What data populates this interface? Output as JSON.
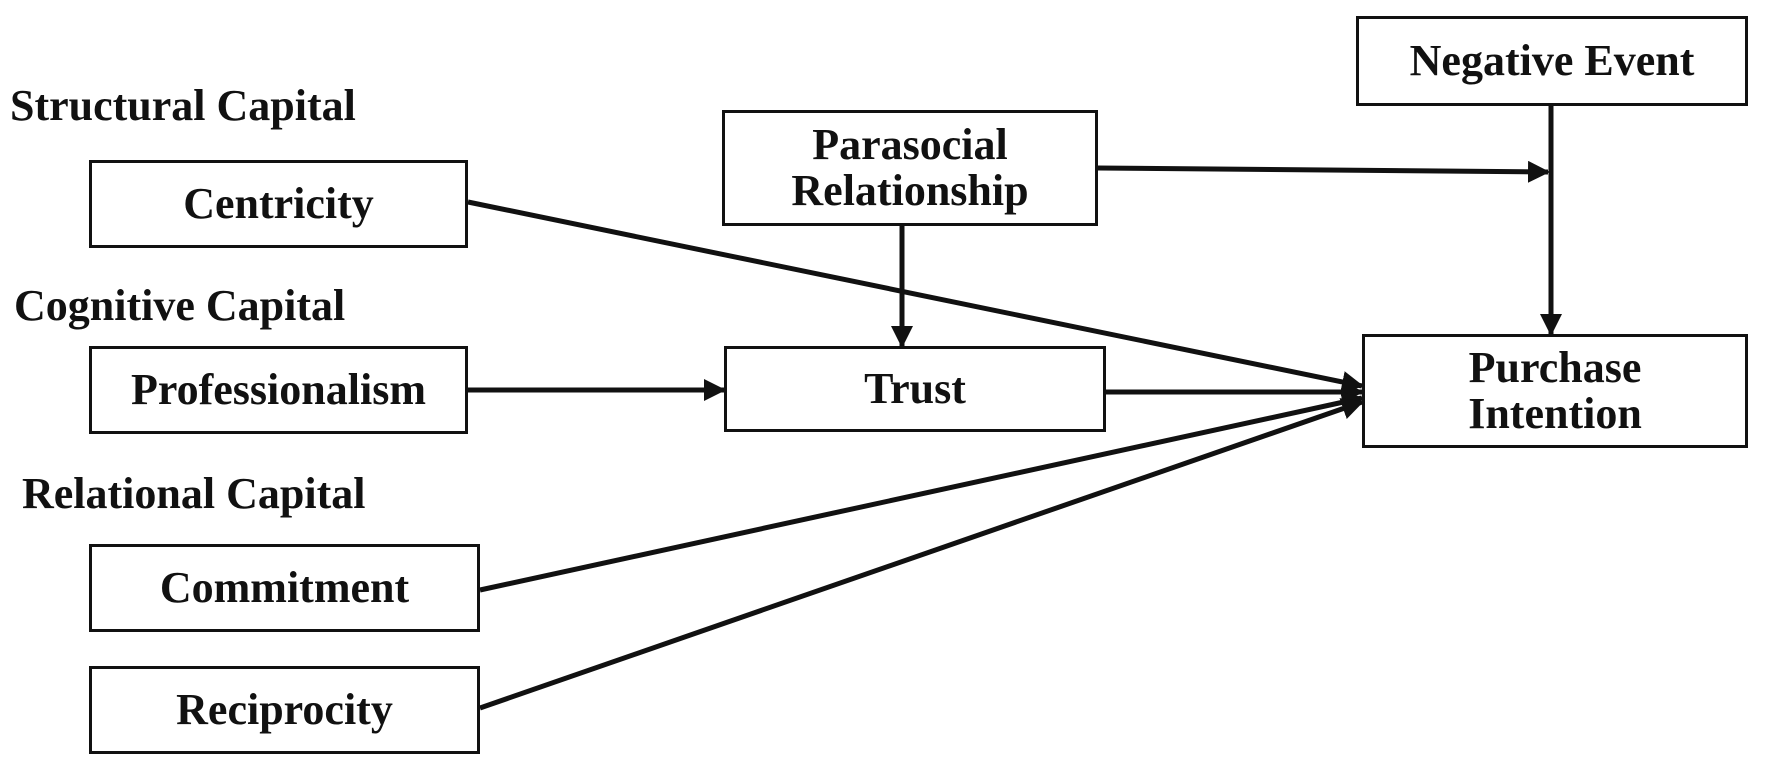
{
  "diagram": {
    "group_labels": {
      "structural": "Structural Capital",
      "cognitive": "Cognitive Capital",
      "relational": "Relational Capital"
    },
    "nodes": {
      "centricity": "Centricity",
      "professionalism": "Professionalism",
      "commitment": "Commitment",
      "reciprocity": "Reciprocity",
      "parasocial": [
        "Parasocial",
        "Relationship"
      ],
      "trust": "Trust",
      "negative_event": "Negative Event",
      "purchase": [
        "Purchase",
        "Intention"
      ]
    },
    "edges": [
      {
        "from": "Centricity",
        "to": "Purchase Intention"
      },
      {
        "from": "Professionalism",
        "to": "Trust"
      },
      {
        "from": "Trust",
        "to": "Purchase Intention"
      },
      {
        "from": "Commitment",
        "to": "Purchase Intention"
      },
      {
        "from": "Reciprocity",
        "to": "Purchase Intention"
      },
      {
        "from": "Parasocial Relationship",
        "to": "Trust"
      },
      {
        "from": "Parasocial Relationship",
        "to": "Negative Event → Purchase Intention (moderation)"
      },
      {
        "from": "Negative Event",
        "to": "Purchase Intention"
      }
    ],
    "line_color": "#111111"
  }
}
